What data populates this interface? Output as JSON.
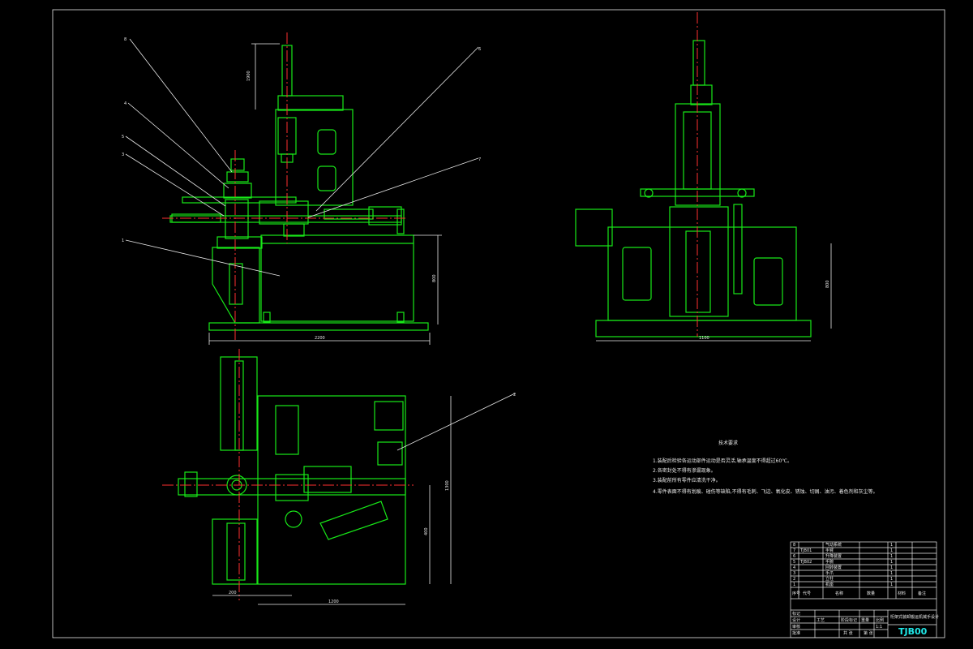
{
  "drawing": {
    "drawing_number": "TJB00",
    "part_numbers": [
      "1",
      "2",
      "3",
      "4",
      "5",
      "6",
      "7",
      "8"
    ],
    "tech_title": "技术要求",
    "tech_notes": [
      "1.装配后检验各运动部件运动是否灵活,轴承温度不得超过60℃。",
      "2.各密封处不得有渗漏现象。",
      "3.装配前所有零件应清洗干净。",
      "4.零件表面不得有划痕、碰伤等缺陷,不得有毛刺、飞边、氧化皮、锈蚀、切屑、油污、着色剂和灰尘等。"
    ],
    "dimensions": {
      "front_height": "1900",
      "front_width": "2200",
      "front_base_height": "800",
      "side_height": "800",
      "side_width": "1100",
      "plan_width": "1200",
      "plan_height": "1300",
      "plan_left": "400",
      "plan_left2": "200"
    },
    "title_block": {
      "design_title": "桁架式装卸搬运机械手设计",
      "rows": [
        {
          "no": "8",
          "code": "",
          "name": "气动系统",
          "qty": "1"
        },
        {
          "no": "7",
          "code": "TJB01",
          "name": "手臂",
          "qty": "1"
        },
        {
          "no": "6",
          "code": "",
          "name": "升降装置",
          "qty": "1"
        },
        {
          "no": "5",
          "code": "TJB02",
          "name": "手腕",
          "qty": "1"
        },
        {
          "no": "4",
          "code": "",
          "name": "回转装置",
          "qty": "1"
        },
        {
          "no": "3",
          "code": "",
          "name": "手爪",
          "qty": "1"
        },
        {
          "no": "2",
          "code": "",
          "name": "立柱",
          "qty": "1"
        },
        {
          "no": "1",
          "code": "",
          "name": "机座",
          "qty": "1"
        }
      ],
      "header": [
        "序号",
        "代号",
        "名称",
        "数量",
        "材料",
        "备注"
      ],
      "labels": {
        "mark": "标记",
        "design": "设计",
        "check": "审核",
        "process": "工艺",
        "approve": "批准",
        "scale": "比例",
        "weight": "重量",
        "stage": "阶段标记",
        "scale_value": "1:1",
        "sheets": "共 张",
        "sheet_no": "第 张"
      }
    }
  }
}
